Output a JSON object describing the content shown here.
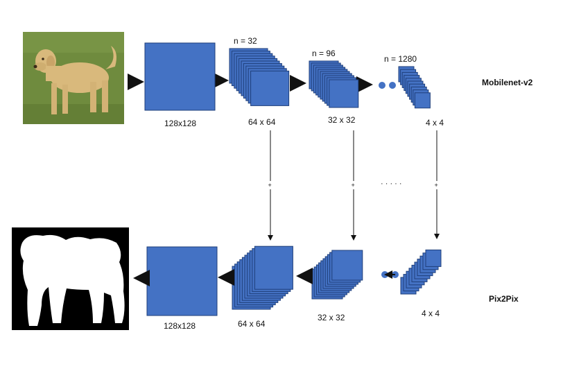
{
  "colors": {
    "block_fill": "#4472c4",
    "block_stroke": "#1f3f7a",
    "arrow": "#111111",
    "grass": "#6f8b3e",
    "dog": "#d9b97c",
    "mask_bg": "#000000",
    "mask_fg": "#ffffff"
  },
  "icons": {
    "input_image": "dog-photo",
    "output_image": "dog-silhouette-mask"
  },
  "encoder": {
    "name": "Mobilenet-v2",
    "input_size": "128x128",
    "blocks": [
      {
        "filters": "n = 32",
        "size": "64 x 64"
      },
      {
        "filters": "n = 96",
        "size": "32 x 32"
      },
      {
        "filters": "n = 1280",
        "size": "4 x 4"
      }
    ],
    "ellipsis": "• •"
  },
  "decoder": {
    "name": "Pix2Pix",
    "output_size": "128x128",
    "blocks": [
      {
        "size": "64 x 64"
      },
      {
        "size": "32 x 32"
      },
      {
        "size": "4 x 4"
      }
    ],
    "ellipsis": "• •"
  },
  "skip": {
    "symbol": "+",
    "dots": "· · · · ·"
  }
}
